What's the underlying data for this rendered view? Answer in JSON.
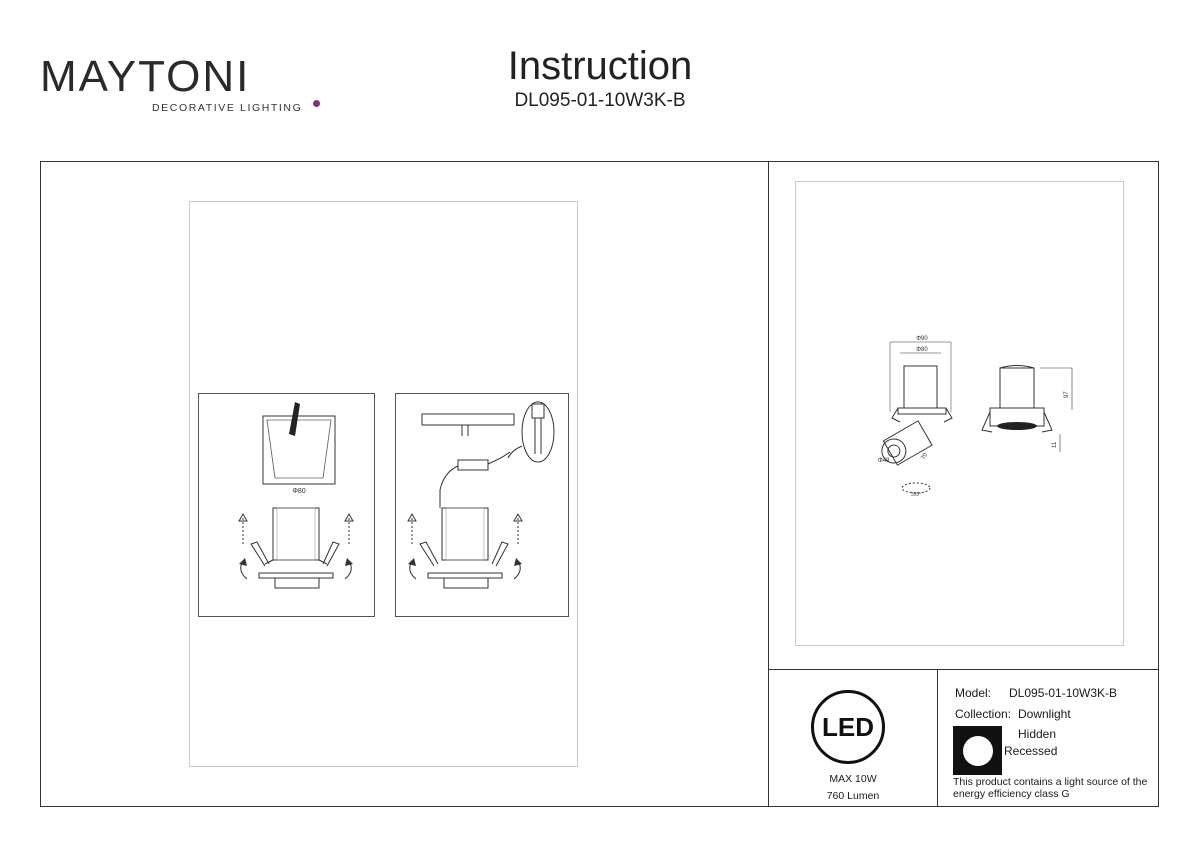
{
  "brand": {
    "logo_word": "MAYTONI",
    "logo_sub": "DECORATIVE LIGHTING",
    "accent_color": "#8a2a7c"
  },
  "header": {
    "title": "Instruction",
    "model_code": "DL095-01-10W3K-B"
  },
  "drawings": {
    "step1_dim": "Φ80",
    "dim_outer": "Φ90",
    "dim_inner": "Φ80",
    "dim_height": "97",
    "dim_lip": "11",
    "dim_lens": "Φ49",
    "dim_tilt": "70",
    "dim_rotate": "355°"
  },
  "led": {
    "badge": "LED",
    "max_power": "MAX 10W",
    "lumen": "760 Lumen"
  },
  "spec": {
    "model_label": "Model:",
    "model_value": "DL095-01-10W3K-B",
    "collection_label": "Collection:",
    "collection_value": "Downlight",
    "type_value": "Hidden",
    "mount_label": "Recessed",
    "energy_note": "This product contains a light source of the energy efficiency class G"
  },
  "icons": [
    "led-badge-icon",
    "recessed-mount-icon",
    "rotate-arrow-icon",
    "up-arrow-icon"
  ]
}
